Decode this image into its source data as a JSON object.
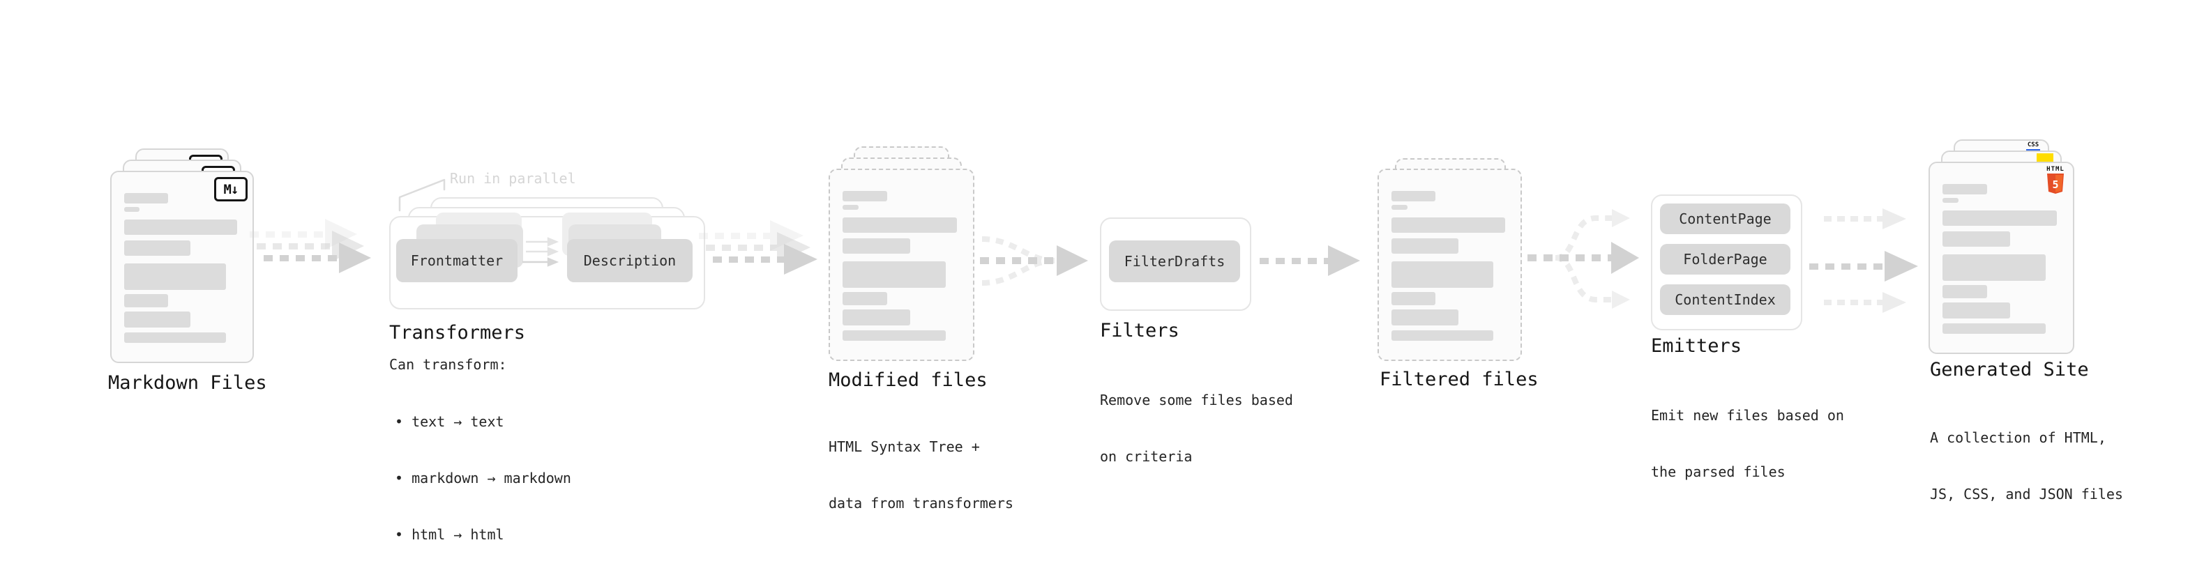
{
  "stages": {
    "markdown": {
      "title": "Markdown Files",
      "badge": "M↓"
    },
    "transformers": {
      "title": "Transformers",
      "annotation": "Run in parallel",
      "boxes": [
        "Frontmatter",
        "Description"
      ],
      "desc_heading": "Can transform:",
      "bullets": [
        "• text → text",
        "• markdown → markdown",
        "• html → html"
      ]
    },
    "modified": {
      "title": "Modified files",
      "desc": [
        "HTML Syntax Tree +",
        "data from transformers"
      ]
    },
    "filters": {
      "title": "Filters",
      "boxes": [
        "FilterDrafts"
      ],
      "desc": [
        "Remove some files based",
        "on criteria"
      ]
    },
    "filtered": {
      "title": "Filtered files"
    },
    "emitters": {
      "title": "Emitters",
      "boxes": [
        "ContentPage",
        "FolderPage",
        "ContentIndex"
      ],
      "desc": [
        "Emit new files based on",
        "the parsed files"
      ]
    },
    "generated": {
      "title": "Generated Site",
      "desc": [
        "A collection of HTML,",
        "JS, CSS, and JSON files"
      ],
      "badges": {
        "css": "CSS",
        "html_label": "HTML",
        "html_number": "5"
      }
    }
  },
  "colors": {
    "html5_orange": "#e44d26",
    "html5_orange_light": "#f16529",
    "js_yellow": "#ffdd00",
    "css_blue": "#2760e6",
    "arrow_gray": "#d2d2d2"
  }
}
